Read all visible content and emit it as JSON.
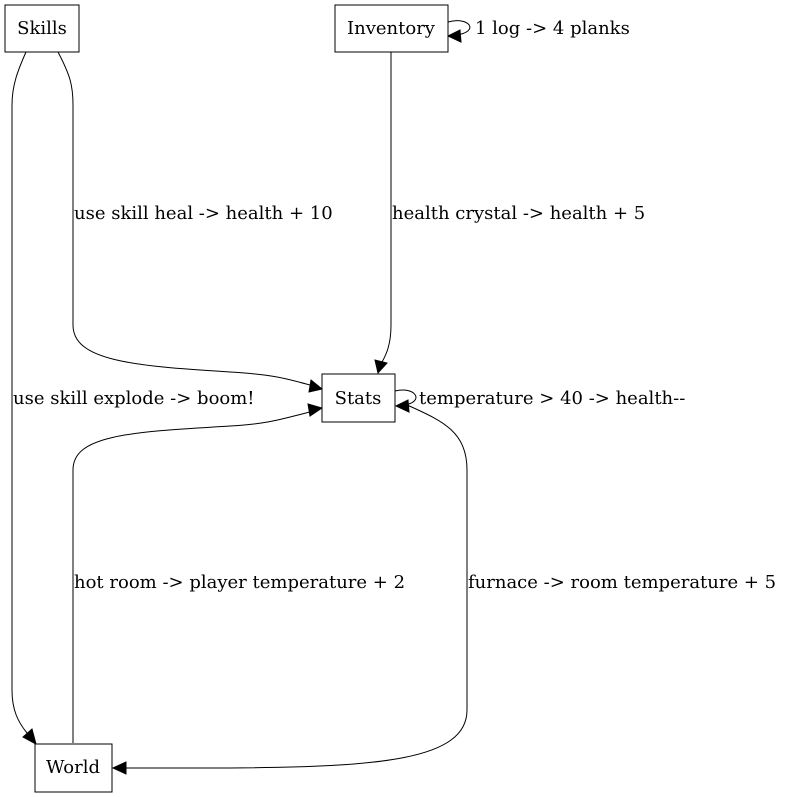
{
  "nodes": {
    "skills": "Skills",
    "inventory": "Inventory",
    "stats": "Stats",
    "world": "World"
  },
  "edges": {
    "inventory_self": "1 log -> 4 planks",
    "skills_to_stats": "use skill heal -> health + 10",
    "inventory_to_stats": "health crystal -> health + 5",
    "skills_to_world": "use skill explode -> boom!",
    "stats_self": "temperature > 40 -> health--",
    "world_to_stats": "hot room -> player temperature + 2",
    "stats_to_world": "furnace -> room temperature + 5"
  }
}
